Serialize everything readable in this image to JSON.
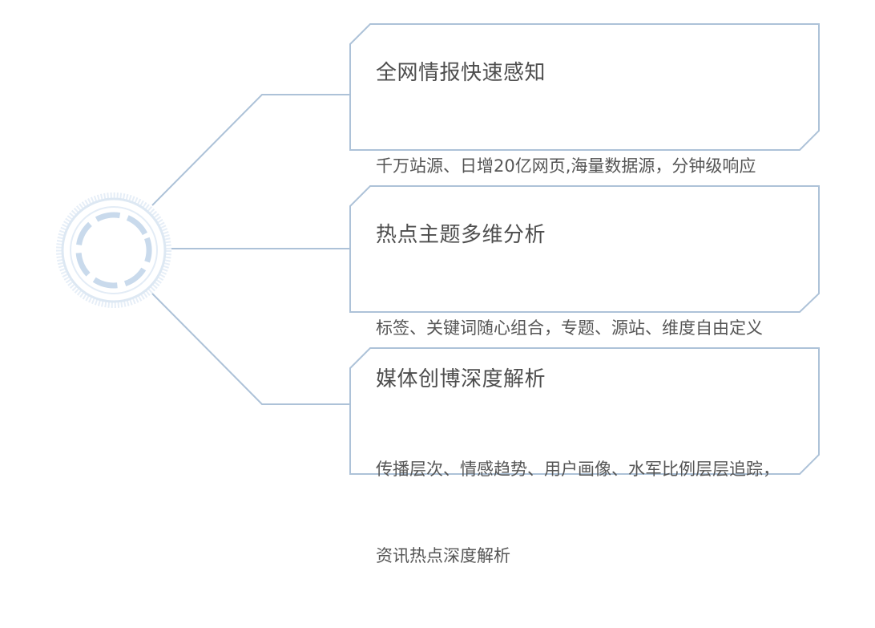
{
  "colors": {
    "border": "#adc2d8",
    "connector": "#adc2d8",
    "hub_outer": "#dde8f3",
    "hub_inner": "#c4d6ea",
    "title_text": "#4d4d4d",
    "desc_text": "#555555"
  },
  "hub": {
    "icon": "dashed-ring-icon"
  },
  "cards": [
    {
      "title": "全网情报快速感知",
      "description_lines": [
        "千万站源、日增20亿网页,海量数据源，分钟级响应"
      ]
    },
    {
      "title": "热点主题多维分析",
      "description_lines": [
        "标签、关键词随心组合，专题、源站、维度自由定义"
      ]
    },
    {
      "title": "媒体创博深度解析",
      "description_lines": [
        "传播层次、情感趋势、用户画像、水军比例层层追踪，",
        "资讯热点深度解析"
      ]
    }
  ]
}
